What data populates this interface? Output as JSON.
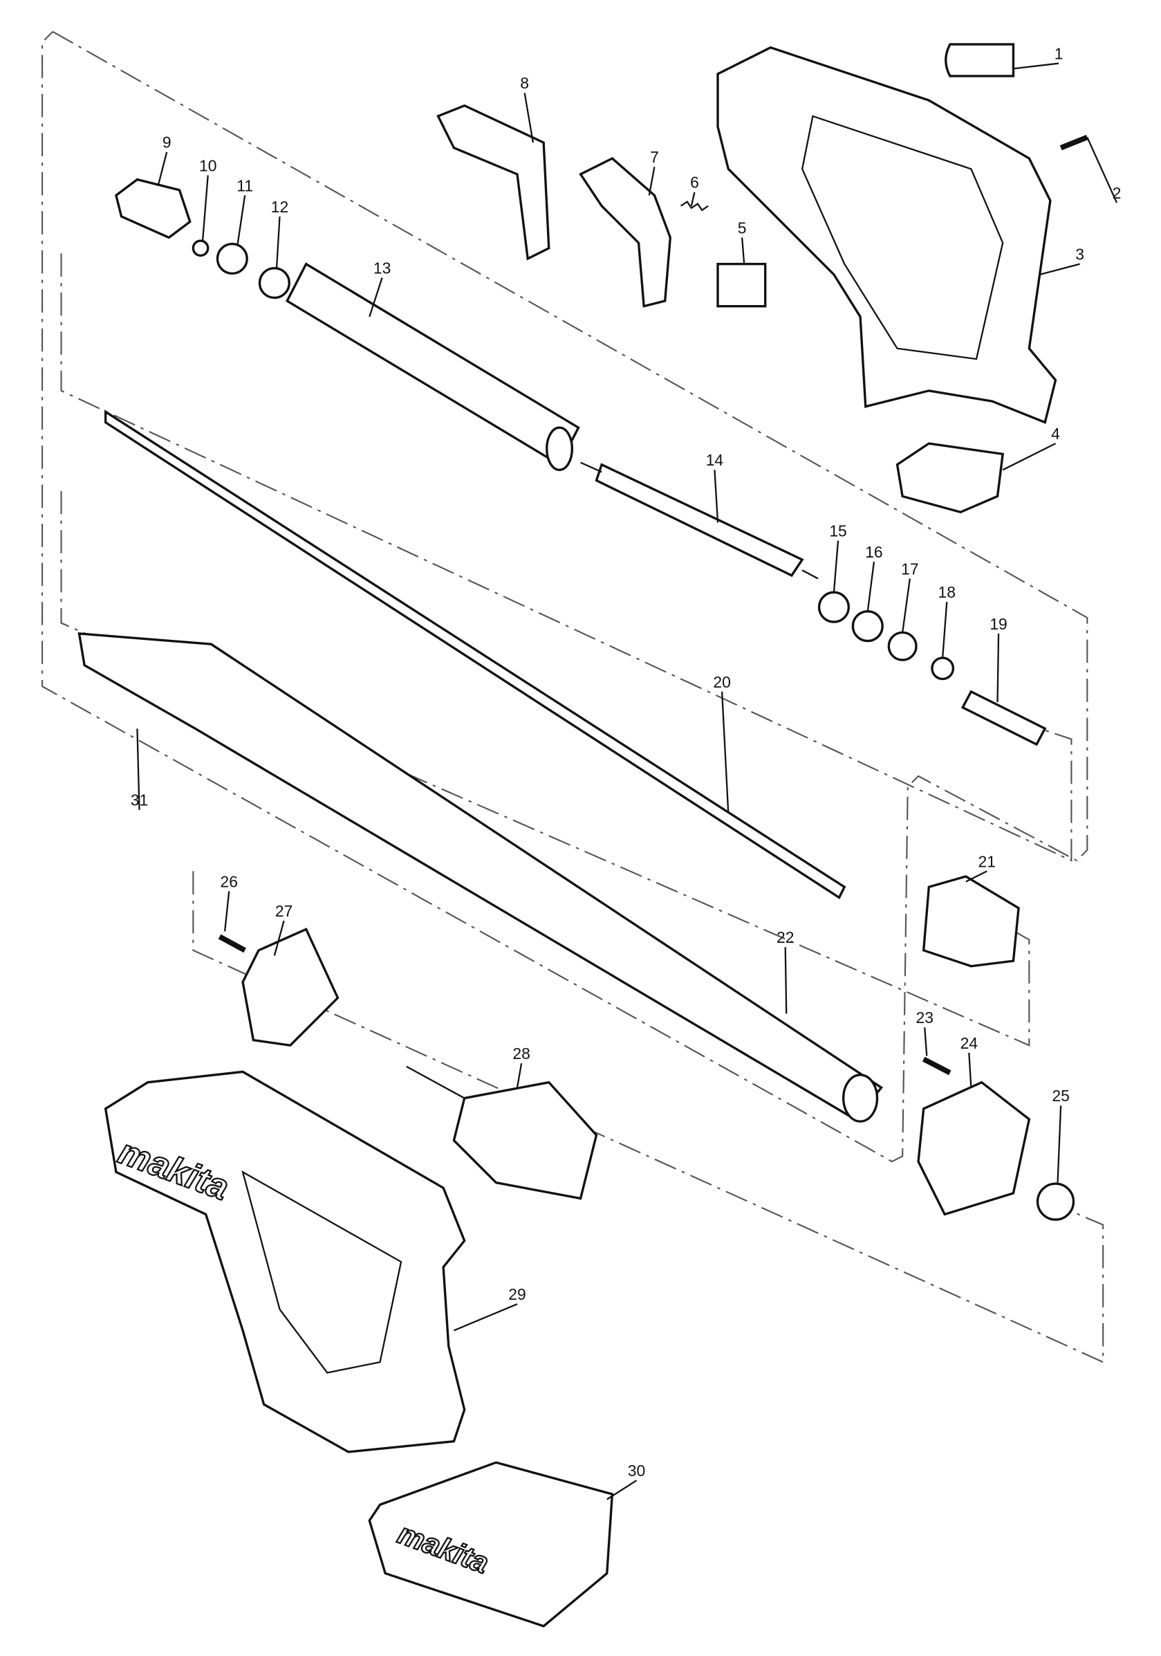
{
  "diagram": {
    "title": "Exploded parts diagram",
    "part_numbers": [
      "1",
      "2",
      "3",
      "4",
      "5",
      "6",
      "7",
      "8",
      "9",
      "10",
      "11",
      "12",
      "13",
      "14",
      "15",
      "16",
      "17",
      "18",
      "19",
      "20",
      "21",
      "22",
      "23",
      "24",
      "25",
      "26",
      "27",
      "28",
      "29",
      "30",
      "31"
    ],
    "brand_logo": "makita"
  }
}
